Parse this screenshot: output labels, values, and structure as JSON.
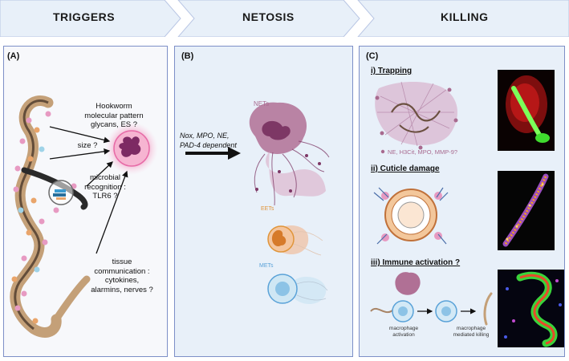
{
  "header": {
    "triggers": "TRIGGERS",
    "netosis": "NETOSIS",
    "killing": "KILLING"
  },
  "panel_a": {
    "label": "(A)",
    "hookworm_text": [
      "Hookworm",
      "molecular pattern",
      "glycans, ES ?"
    ],
    "size_text": "size ?",
    "microbial_text": [
      "microbial",
      "recognition :",
      "TLR6 ?"
    ],
    "tissue_text": [
      "tissue",
      "communication :",
      "cytokines,",
      "alarmins, nerves ?"
    ]
  },
  "panel_b": {
    "label": "(B)",
    "arrow_text": [
      "Nox, MPO, NE,",
      "PAD-4 dependent"
    ],
    "nets": "NETs",
    "eets": "EETs",
    "mets": "METs"
  },
  "panel_c": {
    "label": "(C)",
    "trapping": "i) Trapping",
    "trapping_proteins": "NE, H3Cit, MPO, MMP-9?",
    "cuticle": "ii) Cuticle damage",
    "immune": "iii) Immune activation ?",
    "macrophage_activation": [
      "macrophage",
      "activation"
    ],
    "macrophage_killing": [
      "macrophage",
      "mediated killing"
    ]
  },
  "colors": {
    "banner_fill": "#e8f0f9",
    "panel_border": "#7d8fc7",
    "worm_brown": "#c4a078",
    "neutrophil_pink": "#e76ba7",
    "net_mauve": "#a86a8f",
    "eet_orange": "#e0953a",
    "met_blue": "#5aa2d8",
    "arrow_dark": "#1a1a1a"
  }
}
